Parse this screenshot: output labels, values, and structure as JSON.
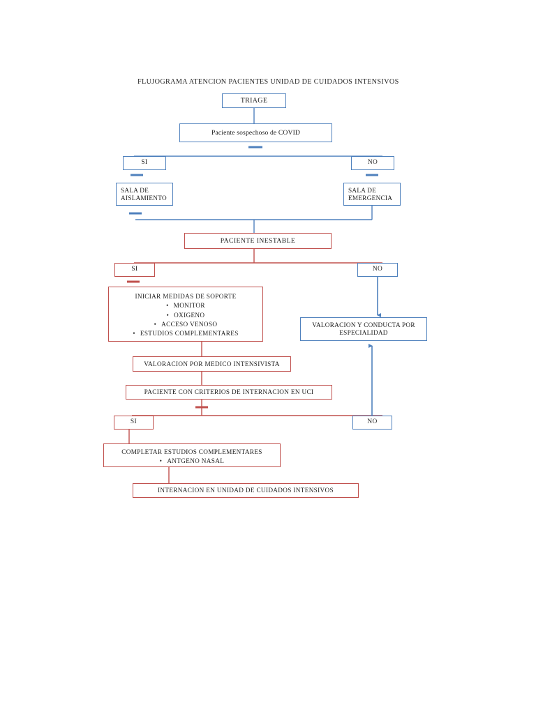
{
  "document": {
    "title": "FLUJOGRAMA ATENCION PACIENTES UNIDAD DE CUIDADOS INTENSIVOS"
  },
  "colors": {
    "blue": "#4f81bd",
    "red": "#c0504d",
    "text": "#1a1a1a",
    "background": "#ffffff"
  },
  "chart_data": {
    "type": "diagram",
    "title": "FLUJOGRAMA ATENCION PACIENTES UNIDAD DE CUIDADOS INTENSIVOS",
    "nodes": [
      {
        "id": "triage",
        "label": "TRIAGE",
        "color": "#4f81bd"
      },
      {
        "id": "sospechoso",
        "label": "Paciente sospechoso de COVID",
        "color": "#4f81bd"
      },
      {
        "id": "si1",
        "label": "SI",
        "color": "#4f81bd"
      },
      {
        "id": "no1",
        "label": "NO",
        "color": "#4f81bd"
      },
      {
        "id": "aislamiento",
        "label": "SALA DE AISLAMIENTO",
        "color": "#4f81bd"
      },
      {
        "id": "emergencia",
        "label": "SALA DE EMERGENCIA",
        "color": "#4f81bd"
      },
      {
        "id": "inestable",
        "label": "PACIENTE INESTABLE",
        "color": "#c0504d"
      },
      {
        "id": "si2",
        "label": "SI",
        "color": "#c0504d"
      },
      {
        "id": "no2",
        "label": "NO",
        "color": "#4f81bd"
      },
      {
        "id": "soporte",
        "label": "INICIAR MEDIDAS DE SOPORTE",
        "color": "#c0504d"
      },
      {
        "id": "valoracion_especialidad",
        "label": "VALORACION Y CONDUCTA POR ESPECIALIDAD",
        "color": "#4f81bd"
      },
      {
        "id": "valoracion_intensivista",
        "label": "VALORACION POR MEDICO INTENSIVISTA",
        "color": "#c0504d"
      },
      {
        "id": "criterios",
        "label": "PACIENTE CON CRITERIOS DE INTERNACION EN UCI",
        "color": "#c0504d"
      },
      {
        "id": "si3",
        "label": "SI",
        "color": "#c0504d"
      },
      {
        "id": "no3",
        "label": "NO",
        "color": "#4f81bd"
      },
      {
        "id": "completar",
        "label": "COMPLETAR ESTUDIOS COMPLEMENTARES",
        "color": "#c0504d"
      },
      {
        "id": "internacion",
        "label": "INTERNACION EN UNIDAD DE CUIDADOS INTENSIVOS",
        "color": "#c0504d"
      }
    ],
    "edges": [
      {
        "from": "triage",
        "to": "sospechoso"
      },
      {
        "from": "sospechoso",
        "to": "si1"
      },
      {
        "from": "sospechoso",
        "to": "no1"
      },
      {
        "from": "si1",
        "to": "aislamiento"
      },
      {
        "from": "no1",
        "to": "emergencia"
      },
      {
        "from": "aislamiento",
        "to": "inestable"
      },
      {
        "from": "emergencia",
        "to": "inestable"
      },
      {
        "from": "inestable",
        "to": "si2"
      },
      {
        "from": "inestable",
        "to": "no2"
      },
      {
        "from": "si2",
        "to": "soporte"
      },
      {
        "from": "no2",
        "to": "valoracion_especialidad"
      },
      {
        "from": "soporte",
        "to": "valoracion_intensivista"
      },
      {
        "from": "valoracion_intensivista",
        "to": "criterios"
      },
      {
        "from": "criterios",
        "to": "si3"
      },
      {
        "from": "criterios",
        "to": "no3"
      },
      {
        "from": "no3",
        "to": "valoracion_especialidad"
      },
      {
        "from": "si3",
        "to": "completar"
      },
      {
        "from": "completar",
        "to": "internacion"
      }
    ]
  },
  "nodes": {
    "triage": {
      "label": "TRIAGE"
    },
    "sospechoso": {
      "label": "Paciente sospechoso de COVID"
    },
    "si1": {
      "label": "SI"
    },
    "no1": {
      "label": "NO"
    },
    "aislamiento": {
      "line1": "SALA DE",
      "line2": "AISLAMIENTO"
    },
    "emergencia": {
      "line1": "SALA DE",
      "line2": "EMERGENCIA"
    },
    "inestable": {
      "label": "PACIENTE INESTABLE"
    },
    "si2": {
      "label": "SI"
    },
    "no2": {
      "label": "NO"
    },
    "soporte": {
      "heading": "INICIAR MEDIDAS DE SOPORTE",
      "items": [
        "MONITOR",
        "OXIGENO",
        "ACCESO VENOSO",
        "ESTUDIOS COMPLEMENTARES"
      ]
    },
    "valoracion_especialidad": {
      "line1": "VALORACION Y CONDUCTA POR",
      "line2": "ESPECIALIDAD"
    },
    "valoracion_intensivista": {
      "label": "VALORACION POR MEDICO INTENSIVISTA"
    },
    "criterios": {
      "label": "PACIENTE CON CRITERIOS DE INTERNACION EN UCI"
    },
    "si3": {
      "label": "SI"
    },
    "no3": {
      "label": "NO"
    },
    "completar": {
      "heading": "COMPLETAR ESTUDIOS COMPLEMENTARES",
      "items": [
        "ANTGENO NASAL"
      ]
    },
    "internacion": {
      "label": "INTERNACION EN UNIDAD DE CUIDADOS INTENSIVOS"
    }
  }
}
